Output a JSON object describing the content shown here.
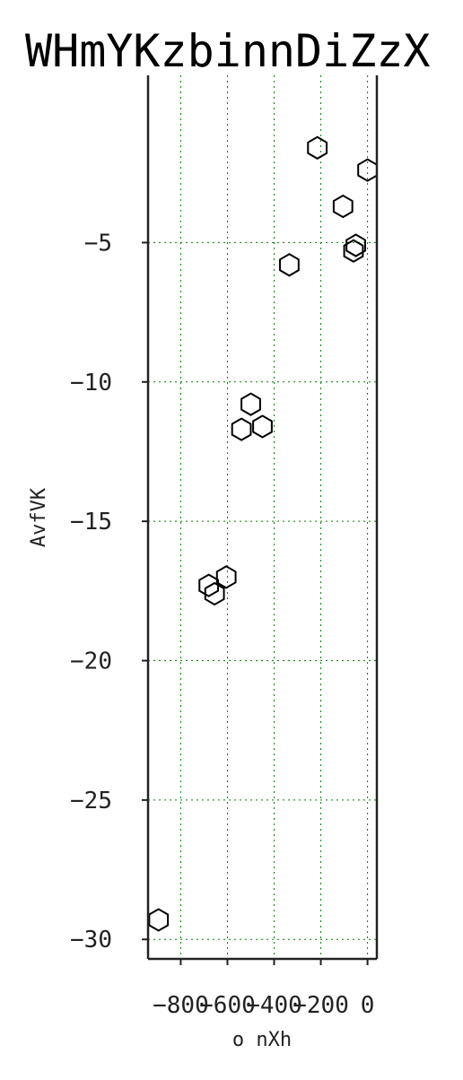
{
  "chart_data": {
    "type": "scatter",
    "title": "WHmYKzbinnDiZzX",
    "xlabel": "o nXh",
    "ylabel": "AvfVK",
    "xlim": [
      -940,
      40
    ],
    "ylim": [
      -30.7,
      1.0
    ],
    "xticks": [
      -800,
      -600,
      -400,
      -200,
      0
    ],
    "xtick_labels": [
      "−800",
      "−600",
      "−400",
      "−200",
      "0"
    ],
    "yticks": [
      -5,
      -10,
      -15,
      -20,
      -25,
      -30
    ],
    "ytick_labels": [
      "−5",
      "−10",
      "−15",
      "−20",
      "−25",
      "−30"
    ],
    "grid": true,
    "marker": "hexagon",
    "grid_color": "#008000",
    "marker_color": "#000000",
    "series": [
      {
        "points": [
          {
            "x": -895,
            "y": -29.3
          },
          {
            "x": -655,
            "y": -17.6
          },
          {
            "x": -605,
            "y": -17.0
          },
          {
            "x": -680,
            "y": -17.3
          },
          {
            "x": -540,
            "y": -11.7
          },
          {
            "x": -500,
            "y": -10.8
          },
          {
            "x": -450,
            "y": -11.6
          },
          {
            "x": -335,
            "y": -5.8
          },
          {
            "x": -215,
            "y": -1.6
          },
          {
            "x": -105,
            "y": -3.7
          },
          {
            "x": -60,
            "y": -5.3
          },
          {
            "x": -50,
            "y": -5.1
          },
          {
            "x": 0,
            "y": -2.4
          }
        ]
      }
    ]
  }
}
